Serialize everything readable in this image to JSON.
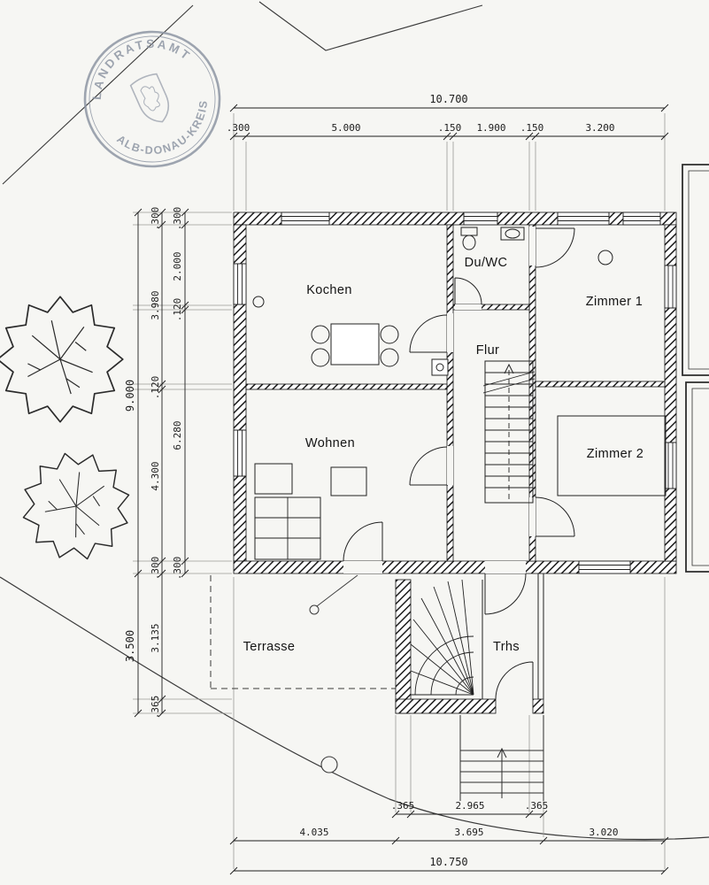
{
  "stamp": {
    "arc_top": "LANDRATSAMT",
    "arc_bottom": "ALB-DONAU-KREIS"
  },
  "rooms": {
    "kochen": "Kochen",
    "du_wc": "Du/WC",
    "zimmer1": "Zimmer 1",
    "flur": "Flur",
    "wohnen": "Wohnen",
    "zimmer2": "Zimmer 2",
    "terrasse": "Terrasse",
    "trhs": "Trhs"
  },
  "dims": {
    "top_total": "10.700",
    "top_row": [
      ".300",
      "5.000",
      ".150",
      "1.900",
      ".150",
      "3.200"
    ],
    "left_outer": [
      "9.000",
      "3.500"
    ],
    "left_mid": [
      ".300",
      "3.980",
      ".120",
      "4.300",
      ".300",
      "3.135",
      ".365"
    ],
    "left_inner": [
      ".300",
      "2.000",
      ".120",
      "6.280",
      ".300"
    ],
    "bottom_row1": [
      ".365",
      "2.965",
      ".365"
    ],
    "bottom_row2": [
      "4.035",
      "3.695",
      "3.020"
    ],
    "bottom_total": "10.750"
  },
  "colors": {
    "ink": "#1d1d1d",
    "stamp": "#8e96a4",
    "paper": "#f6f6f3"
  }
}
